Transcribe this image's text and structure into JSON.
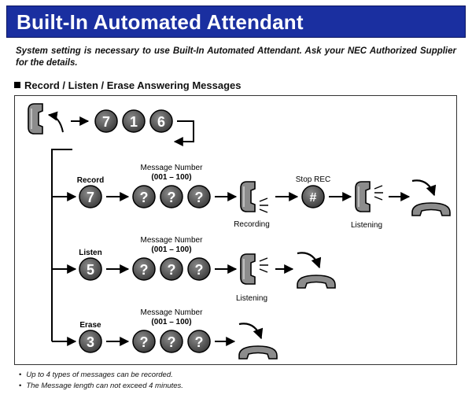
{
  "title": "Built-In Automated Attendant",
  "intro": "System setting is necessary to use Built-In Automated Attendant. Ask your NEC Authorized Supplier for the details.",
  "section_title": "Record / Listen / Erase Answering Messages",
  "access_code": [
    "7",
    "1",
    "6"
  ],
  "rows": {
    "record": {
      "label": "Record",
      "key": "7",
      "msg_label": "Message Number",
      "msg_range": "(001 – 100)",
      "recording_label": "Recording",
      "stop_label": "Stop REC",
      "stop_key": "#",
      "listening_label": "Listening"
    },
    "listen": {
      "label": "Listen",
      "key": "5",
      "msg_label": "Message Number",
      "msg_range": "(001 – 100)",
      "listening_label": "Listening"
    },
    "erase": {
      "label": "Erase",
      "key": "3",
      "msg_label": "Message Number",
      "msg_range": "(001 – 100)"
    }
  },
  "digit_placeholder": "?",
  "notes": [
    "Up to 4 types of messages can be recorded.",
    "The Message length can not exceed 4 minutes."
  ]
}
